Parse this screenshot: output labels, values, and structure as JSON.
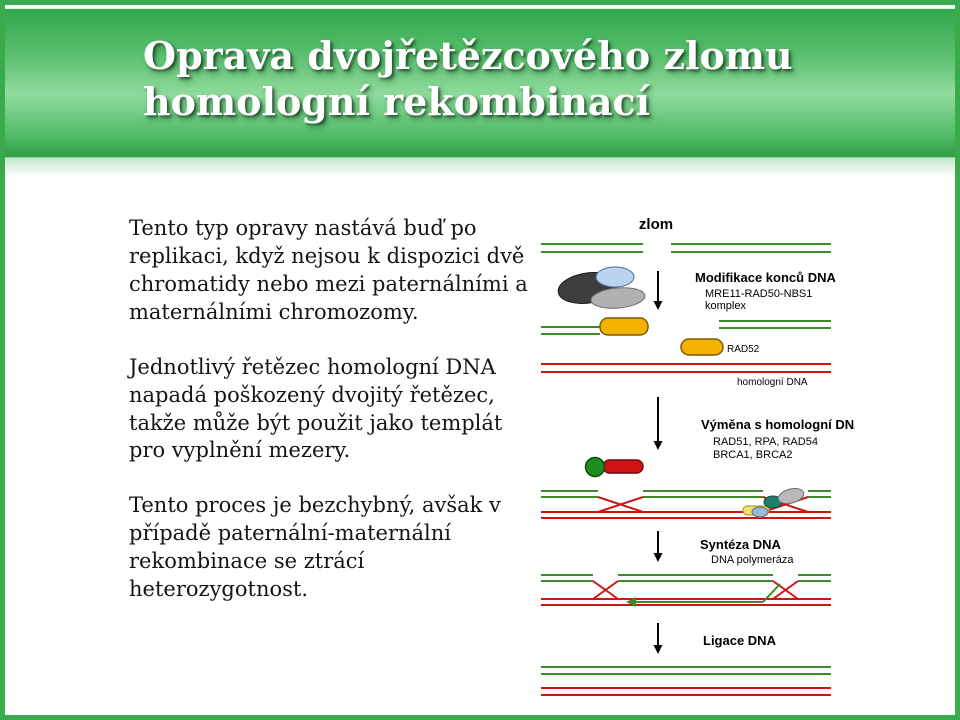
{
  "slide": {
    "title_line1": "Oprava dvojřetězcového zlomu",
    "title_line2": "homologní rekombinací",
    "paragraphs": [
      "Tento typ opravy nastává buď po replikaci, když nejsou k dispozici dvě chromatidy nebo mezi paternálními a maternálními chromozomy.",
      "Jednotlivý řetězec homologní DNA napadá poškozený dvojitý řetězec, takže může být použit jako templát pro vyplnění mezery.",
      "Tento proces je bezchybný, avšak v případě paternální-maternální rekombinace se ztrácí heterozygotnost."
    ]
  },
  "diagram": {
    "break_label": "zlom",
    "step1": {
      "title": "Modifikace konců DNA",
      "sub1": "MRE11-RAD50-NBS1",
      "sub2": "komplex"
    },
    "rad52_label": "RAD52",
    "homolog_label": "homologní DNA",
    "step2": {
      "title": "Výměna s homologní DNA",
      "sub1": "RAD51, RPA, RAD54",
      "sub2": "BRCA1, BRCA2"
    },
    "step3": {
      "title": "Syntéza DNA",
      "sub1": "DNA polymeráza"
    },
    "step4": {
      "title": "Ligace DNA"
    }
  },
  "colors": {
    "banner_green": "#2fa84d",
    "border_green": "#3aab4d",
    "dna_green": "#3f8a28",
    "dna_red": "#d01414",
    "protein_yellow": "#f3b300",
    "complex_blue": "#b8d4ee",
    "complex_dark": "#3d3d3d",
    "complex_gray": "#b0b0b0"
  }
}
